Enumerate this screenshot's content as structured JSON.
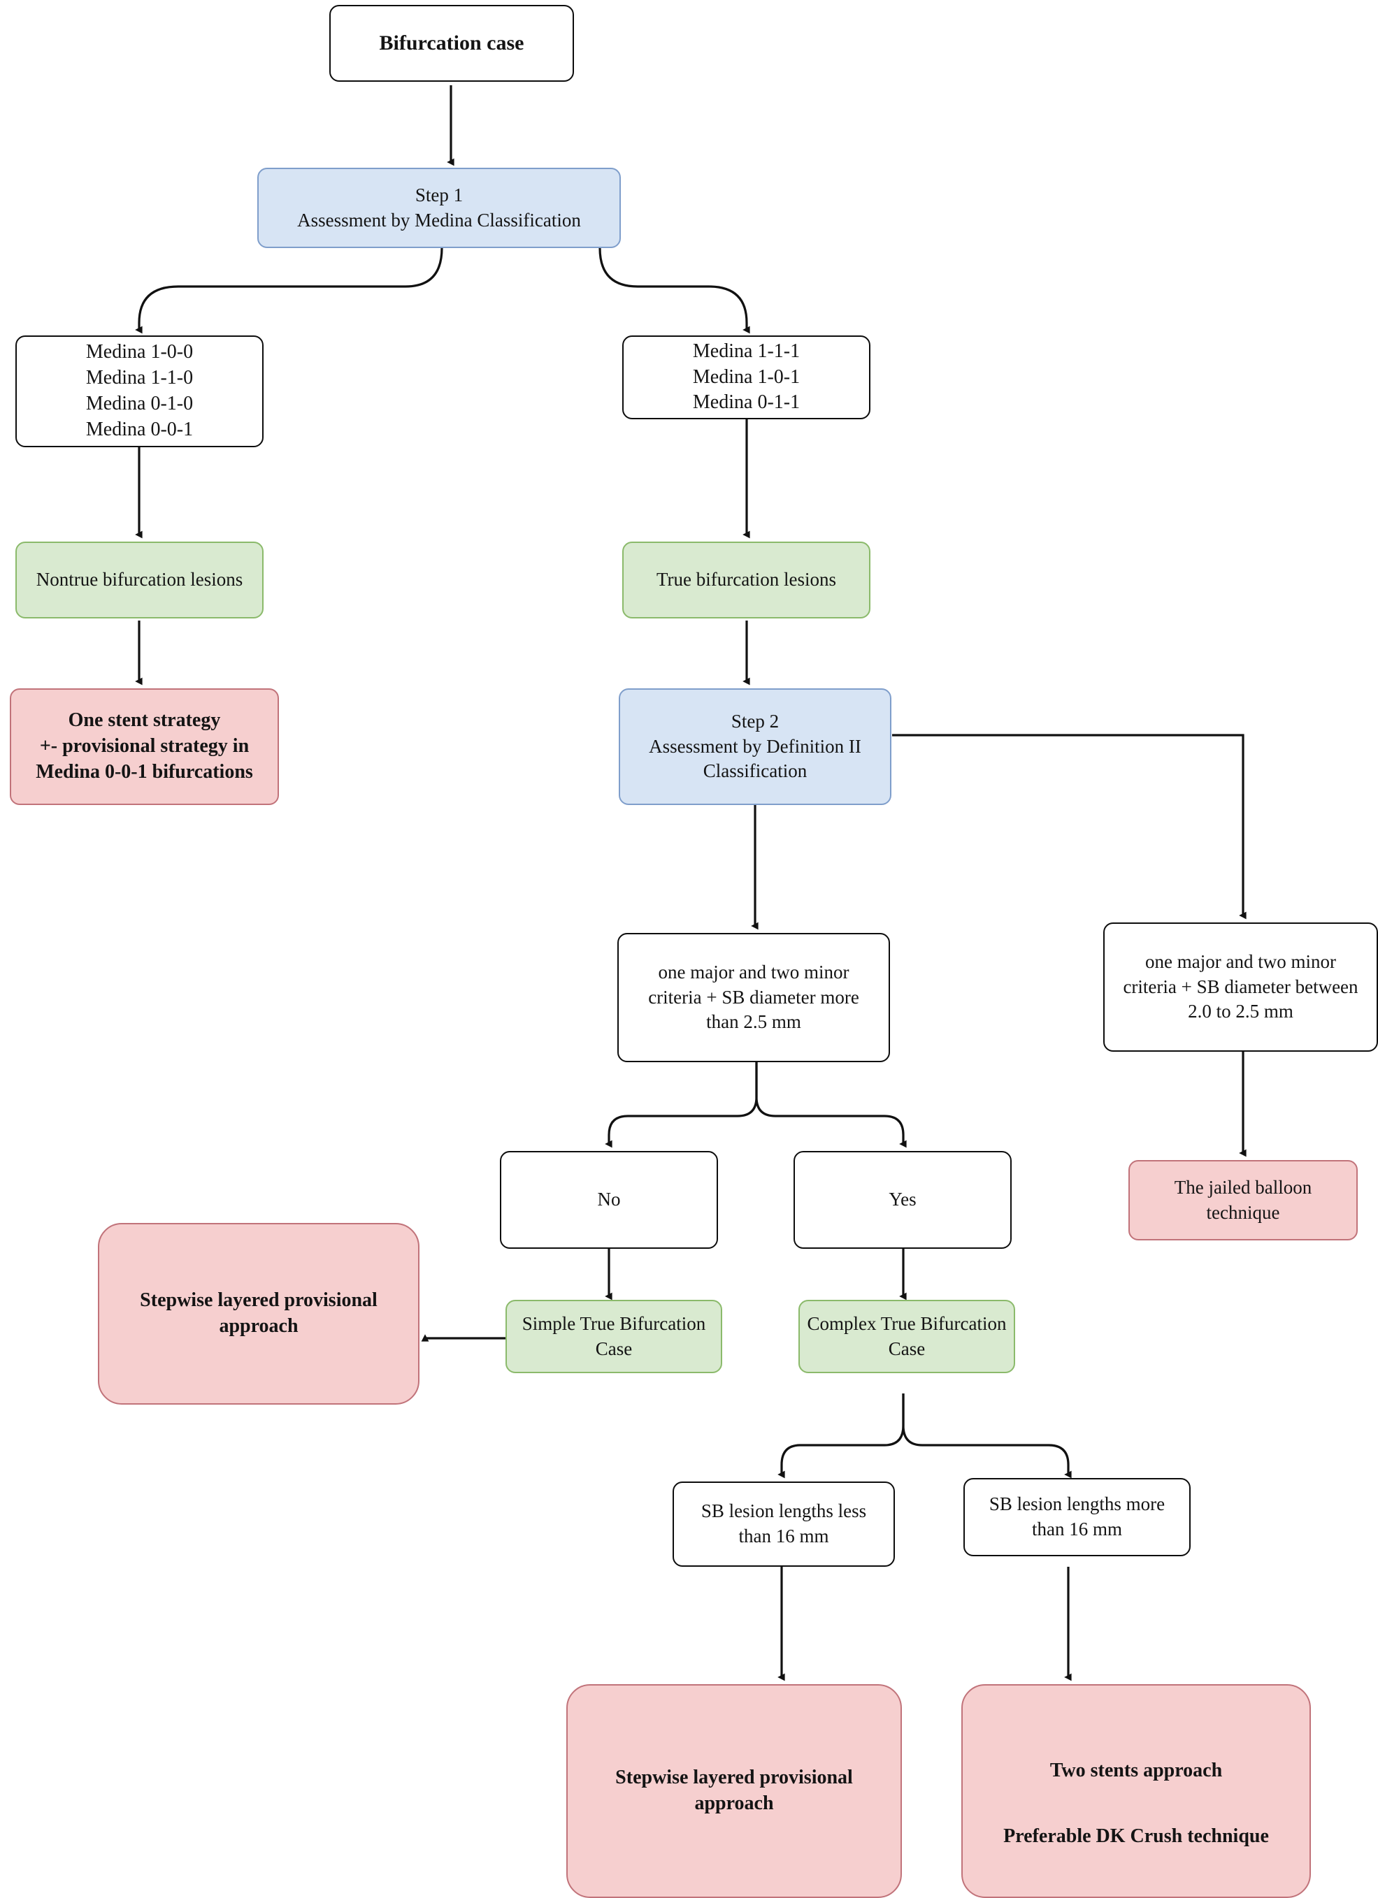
{
  "diagram": {
    "title": "Bifurcation case treatment algorithm",
    "colors": {
      "white_fill": "#ffffff",
      "white_border": "#0d0d0d",
      "blue_fill": "#d7e4f4",
      "blue_border": "#7f9ecb",
      "green_fill": "#d9ead0",
      "green_border": "#8bba6b",
      "red_fill": "#f6cfcf",
      "red_border": "#c1737a",
      "connector": "#111111"
    },
    "nodes": {
      "bifurcation_case": "Bifurcation case",
      "step1": "Step 1\nAssessment by Medina Classification",
      "medina_nontrue": "Medina 1-0-0\nMedina 1-1-0\nMedina 0-1-0\nMedina 0-0-1",
      "medina_true": "Medina 1-1-1\nMedina 1-0-1\nMedina 0-1-1",
      "nontrue_lesions": "Nontrue bifurcation lesions",
      "true_lesions": "True bifurcation lesions",
      "one_stent_strategy": "One stent strategy\n+- provisional strategy in\nMedina 0-0-1 bifurcations",
      "step2": "Step 2\nAssessment by Definition II\nClassification",
      "criteria_more_25": "one major and two minor\ncriteria + SB diameter more\nthan 2.5 mm",
      "criteria_20_to_25": "one major and two minor\ncriteria + SB diameter between\n2.0 to 2.5 mm",
      "answer_no": "No",
      "answer_yes": "Yes",
      "jailed_balloon": "The jailed balloon\ntechnique",
      "simple_true_case": "Simple True Bifurcation\nCase",
      "complex_true_case": "Complex True Bifurcation\nCase",
      "stepwise_left": "Stepwise layered provisional\napproach",
      "sb_less_16": "SB lesion lengths less\nthan 16 mm",
      "sb_more_16": "SB lesion lengths more\nthan 16 mm",
      "stepwise_bottom": "Stepwise layered provisional\napproach",
      "two_stents_line1": "Two stents approach",
      "two_stents_line2": "Preferable DK Crush technique"
    }
  }
}
